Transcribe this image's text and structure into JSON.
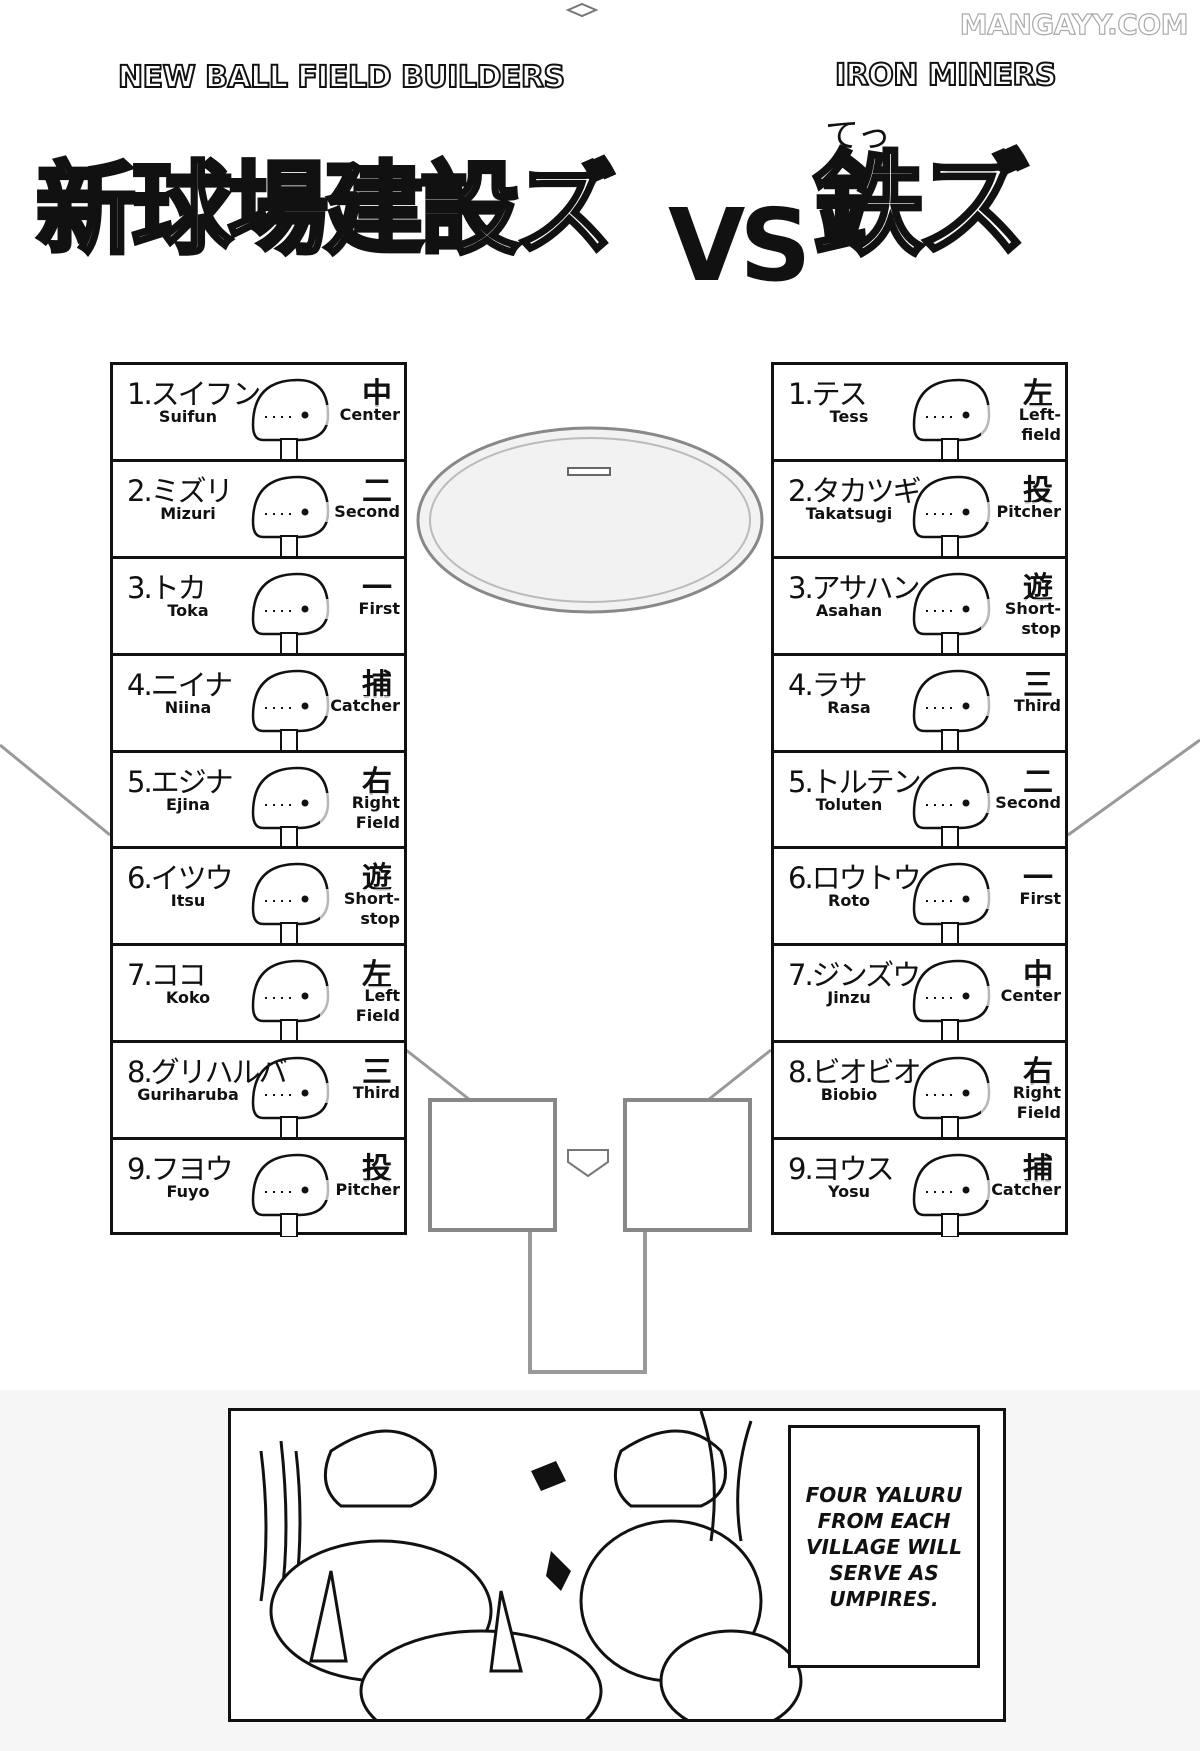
{
  "watermark": "MANGAYY.COM",
  "header": {
    "left_team_en": "NEW BALL FIELD BUILDERS",
    "left_team_jp": "新球場建設ズ",
    "versus": "VS",
    "right_team_en": "IRON MINERS",
    "right_team_ruby": "てっ",
    "right_team_jp": "鉄ズ"
  },
  "left_roster": [
    {
      "jp": "1.スイフン",
      "name": "Suifun",
      "pos_kanji": "中",
      "pos": "Center"
    },
    {
      "jp": "2.ミズリ",
      "name": "Mizuri",
      "pos_kanji": "二",
      "pos": "Second"
    },
    {
      "jp": "3.トカ",
      "name": "Toka",
      "pos_kanji": "一",
      "pos": "First"
    },
    {
      "jp": "4.ニイナ",
      "name": "Niina",
      "pos_kanji": "捕",
      "pos": "Catcher"
    },
    {
      "jp": "5.エジナ",
      "name": "Ejina",
      "pos_kanji": "右",
      "pos": "Right Field"
    },
    {
      "jp": "6.イツウ",
      "name": "Itsu",
      "pos_kanji": "遊",
      "pos": "Short-stop"
    },
    {
      "jp": "7.ココ",
      "name": "Koko",
      "pos_kanji": "左",
      "pos": "Left Field"
    },
    {
      "jp": "8.グリハルバ",
      "name": "Guriharuba",
      "pos_kanji": "三",
      "pos": "Third"
    },
    {
      "jp": "9.フヨウ",
      "name": "Fuyo",
      "pos_kanji": "投",
      "pos": "Pitcher"
    }
  ],
  "right_roster": [
    {
      "jp": "1.テス",
      "name": "Tess",
      "pos_kanji": "左",
      "pos": "Left-field"
    },
    {
      "jp": "2.タカツギ",
      "name": "Takatsugi",
      "pos_kanji": "投",
      "pos": "Pitcher"
    },
    {
      "jp": "3.アサハン",
      "name": "Asahan",
      "pos_kanji": "遊",
      "pos": "Short-stop"
    },
    {
      "jp": "4.ラサ",
      "name": "Rasa",
      "pos_kanji": "三",
      "pos": "Third"
    },
    {
      "jp": "5.トルテン",
      "name": "Toluten",
      "pos_kanji": "二",
      "pos": "Second"
    },
    {
      "jp": "6.ロウトウ",
      "name": "Roto",
      "pos_kanji": "一",
      "pos": "First"
    },
    {
      "jp": "7.ジンズウ",
      "name": "Jinzu",
      "pos_kanji": "中",
      "pos": "Center"
    },
    {
      "jp": "8.ビオビオ",
      "name": "Biobio",
      "pos_kanji": "右",
      "pos": "Right Field"
    },
    {
      "jp": "9.ヨウス",
      "name": "Yosu",
      "pos_kanji": "捕",
      "pos": "Catcher"
    }
  ],
  "narration": "FOUR YALURU FROM EACH VILLAGE WILL SERVE AS UMPIRES."
}
